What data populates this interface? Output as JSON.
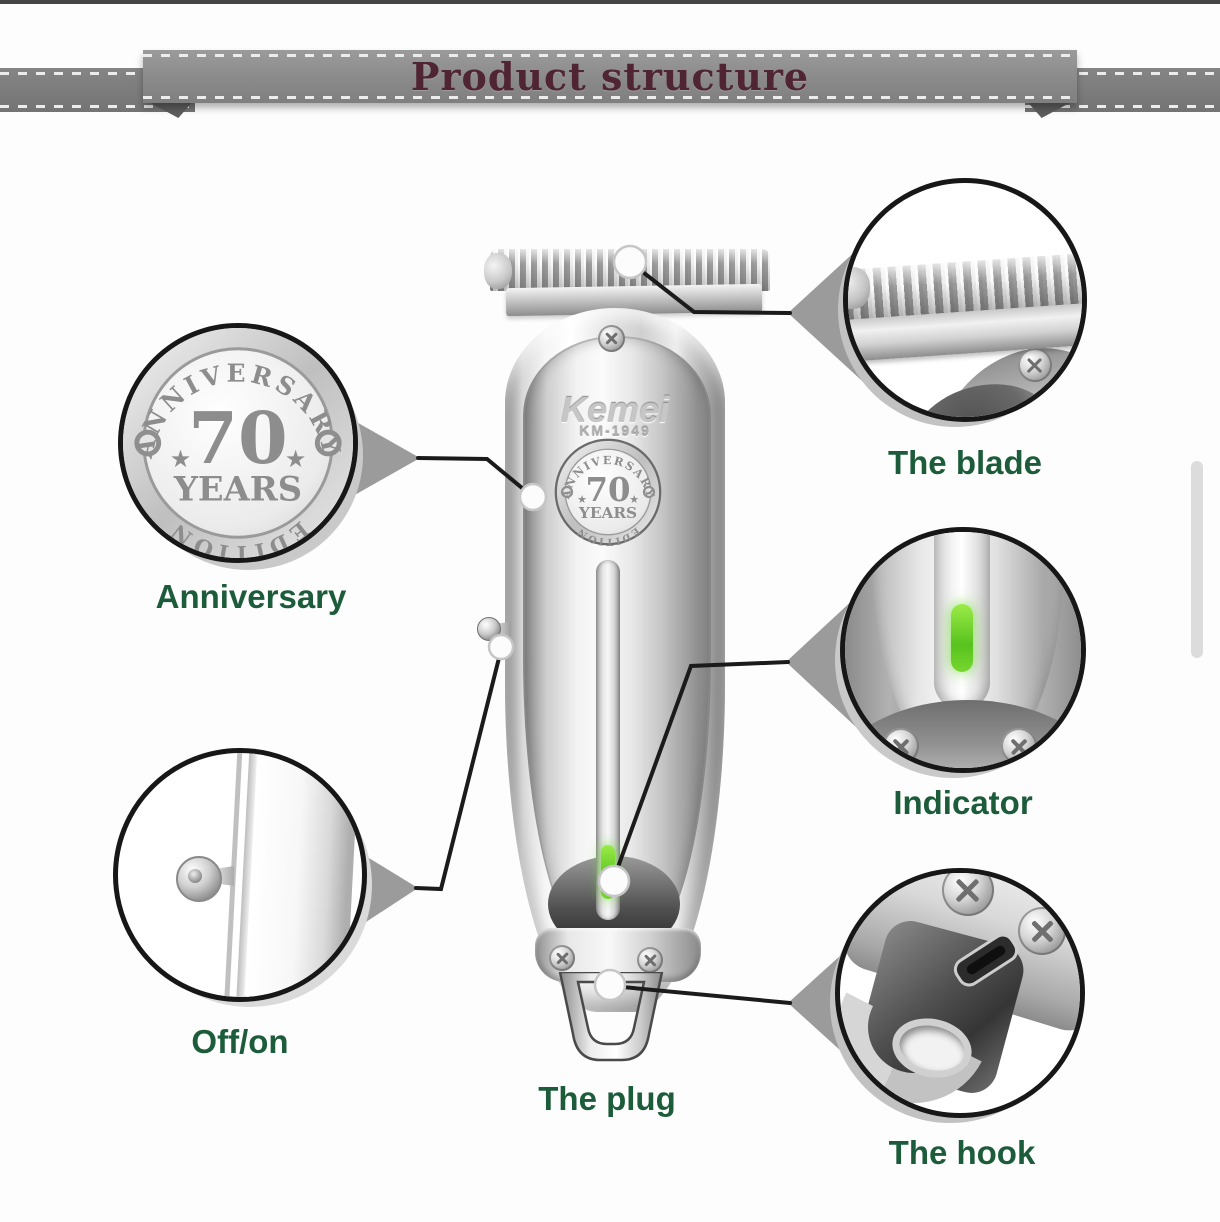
{
  "banner": {
    "title": "Product structure"
  },
  "product": {
    "brand": "Kemei",
    "model": "KM-1949",
    "badge": {
      "top": "ANNIVERSARY",
      "number": "70",
      "star": "★",
      "years": "YEARS",
      "bottom": "EDITION"
    }
  },
  "callouts": [
    {
      "id": "blade",
      "label": "The blade"
    },
    {
      "id": "anniversary",
      "label": "Anniversary"
    },
    {
      "id": "indicator",
      "label": "Indicator"
    },
    {
      "id": "offon",
      "label": "Off/on"
    },
    {
      "id": "plug",
      "label": "The plug"
    },
    {
      "id": "hook",
      "label": "The hook"
    }
  ],
  "colors": {
    "label_green": "#1d5c3a",
    "banner_text": "#4f2533",
    "led_green": "#58c21e",
    "line": "#1b1b1b",
    "wedge": "#9b9b9b"
  }
}
